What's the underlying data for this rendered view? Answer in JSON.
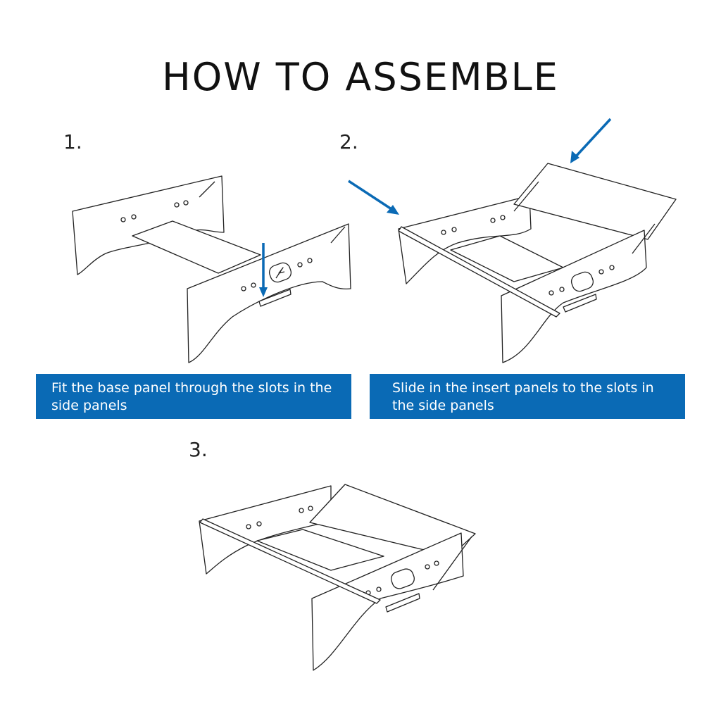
{
  "title": "HOW TO ASSEMBLE",
  "steps": [
    {
      "number": "1.",
      "caption": "Fit the base panel through the slots in the side panels"
    },
    {
      "number": "2.",
      "caption": "Slide in the insert panels to the slots in the side panels"
    },
    {
      "number": "3.",
      "caption": ""
    }
  ],
  "colors": {
    "accent": "#0a6ab5"
  }
}
